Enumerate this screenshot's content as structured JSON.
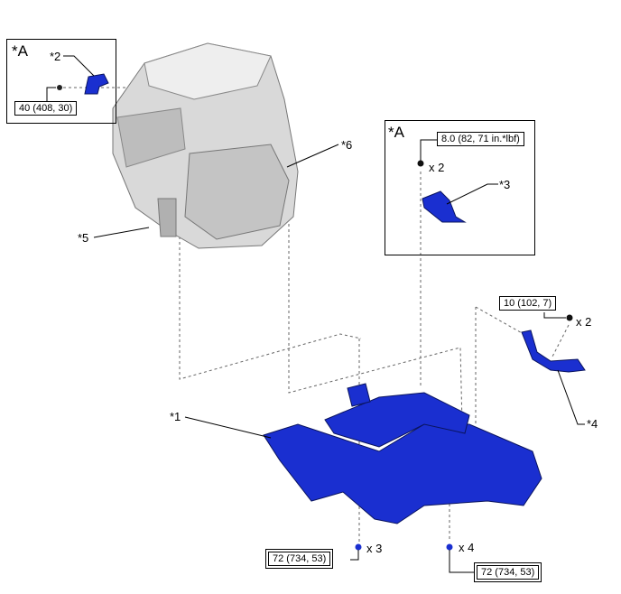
{
  "detail_view_a_top": {
    "label": "*A",
    "part_label": "*2",
    "torque": "40 (408, 30)"
  },
  "detail_view_a_right": {
    "label": "*A",
    "torque": "8.0 (82, 71 in.*lbf)",
    "qty": "x 2",
    "part_label": "*3"
  },
  "parts": {
    "p1": "*1",
    "p4": "*4",
    "p5": "*5",
    "p6": "*6"
  },
  "side_bolts": {
    "torque": "10 (102, 7)",
    "qty": "x 2"
  },
  "bottom_bolts_left": {
    "torque": "72 (734, 53)",
    "qty": "x 3"
  },
  "bottom_bolts_right": {
    "torque": "72 (734, 53)",
    "qty": "x 4"
  },
  "colors": {
    "part_blue": "#1a2fd0",
    "engine_gray": "#c8c8c8"
  }
}
